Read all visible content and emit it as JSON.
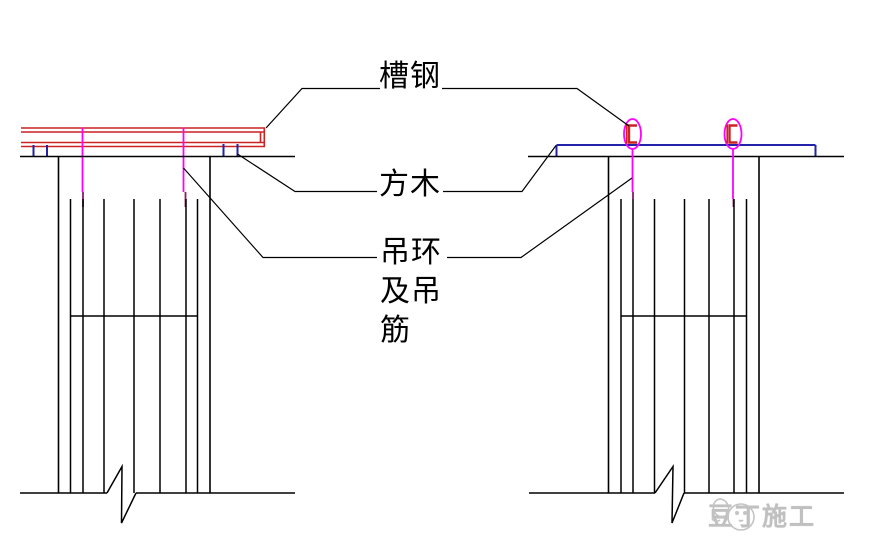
{
  "diagram": {
    "type": "construction-detail-drawing",
    "labels": {
      "channel_steel": "槽钢",
      "square_timber": "方木",
      "lifting_ring_and_bars": "吊环\n及吊\n筋"
    },
    "watermark": {
      "text": "豆丁施工",
      "icon": "douding-chick-icon"
    },
    "colors": {
      "channel_steel_red": "#cc2222",
      "square_timber_blue": "#2222aa",
      "hanger_magenta": "#ff00ff",
      "hanger_overlap_dark": "#8b1a6b",
      "linework_black": "#000000",
      "watermark_gray": "#c0c0c0",
      "background": "#ffffff"
    }
  }
}
